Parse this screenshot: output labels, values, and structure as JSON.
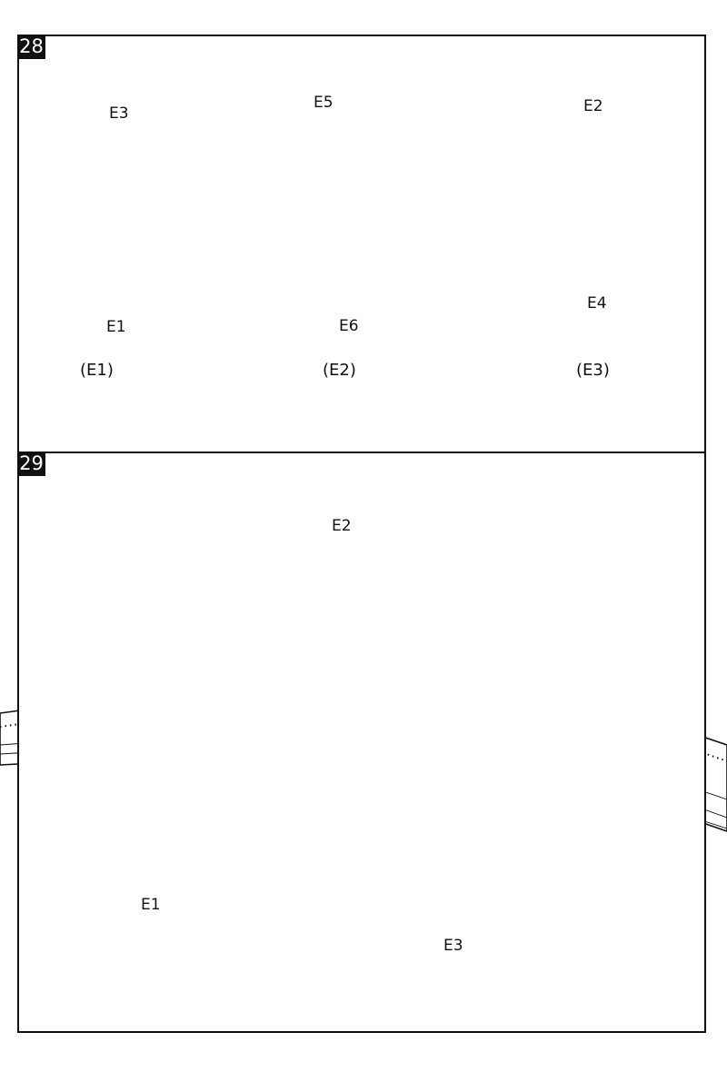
{
  "steps": [
    {
      "number": "28",
      "parts": {
        "e3_top": "E3",
        "e1_bottom": "E1",
        "e5_top": "E5",
        "e6_bottom": "E6",
        "e2_top": "E2",
        "e4_bottom": "E4"
      },
      "sub_labels": [
        "(E1)",
        "(E2)",
        "(E3)"
      ]
    },
    {
      "number": "29",
      "parts": {
        "vertical_tail": "E2",
        "left_stabilizer": "E1",
        "right_stabilizer": "E3"
      }
    }
  ]
}
